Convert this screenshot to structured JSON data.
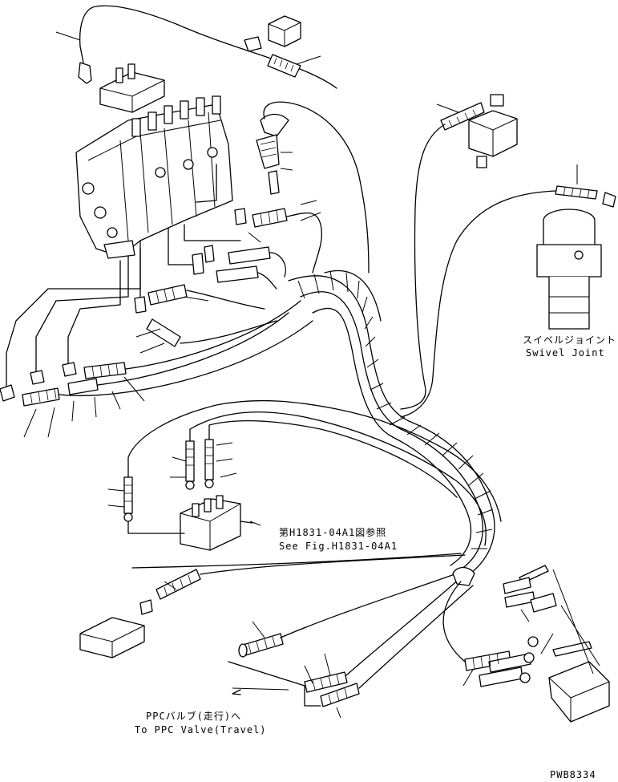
{
  "labels": {
    "swivel_jp": "スイベルジョイント",
    "swivel_en": "Swivel Joint",
    "ref_jp": "第H1831-04A1図参照",
    "ref_en": "See Fig.H1831-04A1",
    "ppc_jp": "PPCバルブ(走行)へ",
    "ppc_en": "To PPC Valve(Travel)",
    "drawing_no": "PWB8334"
  }
}
